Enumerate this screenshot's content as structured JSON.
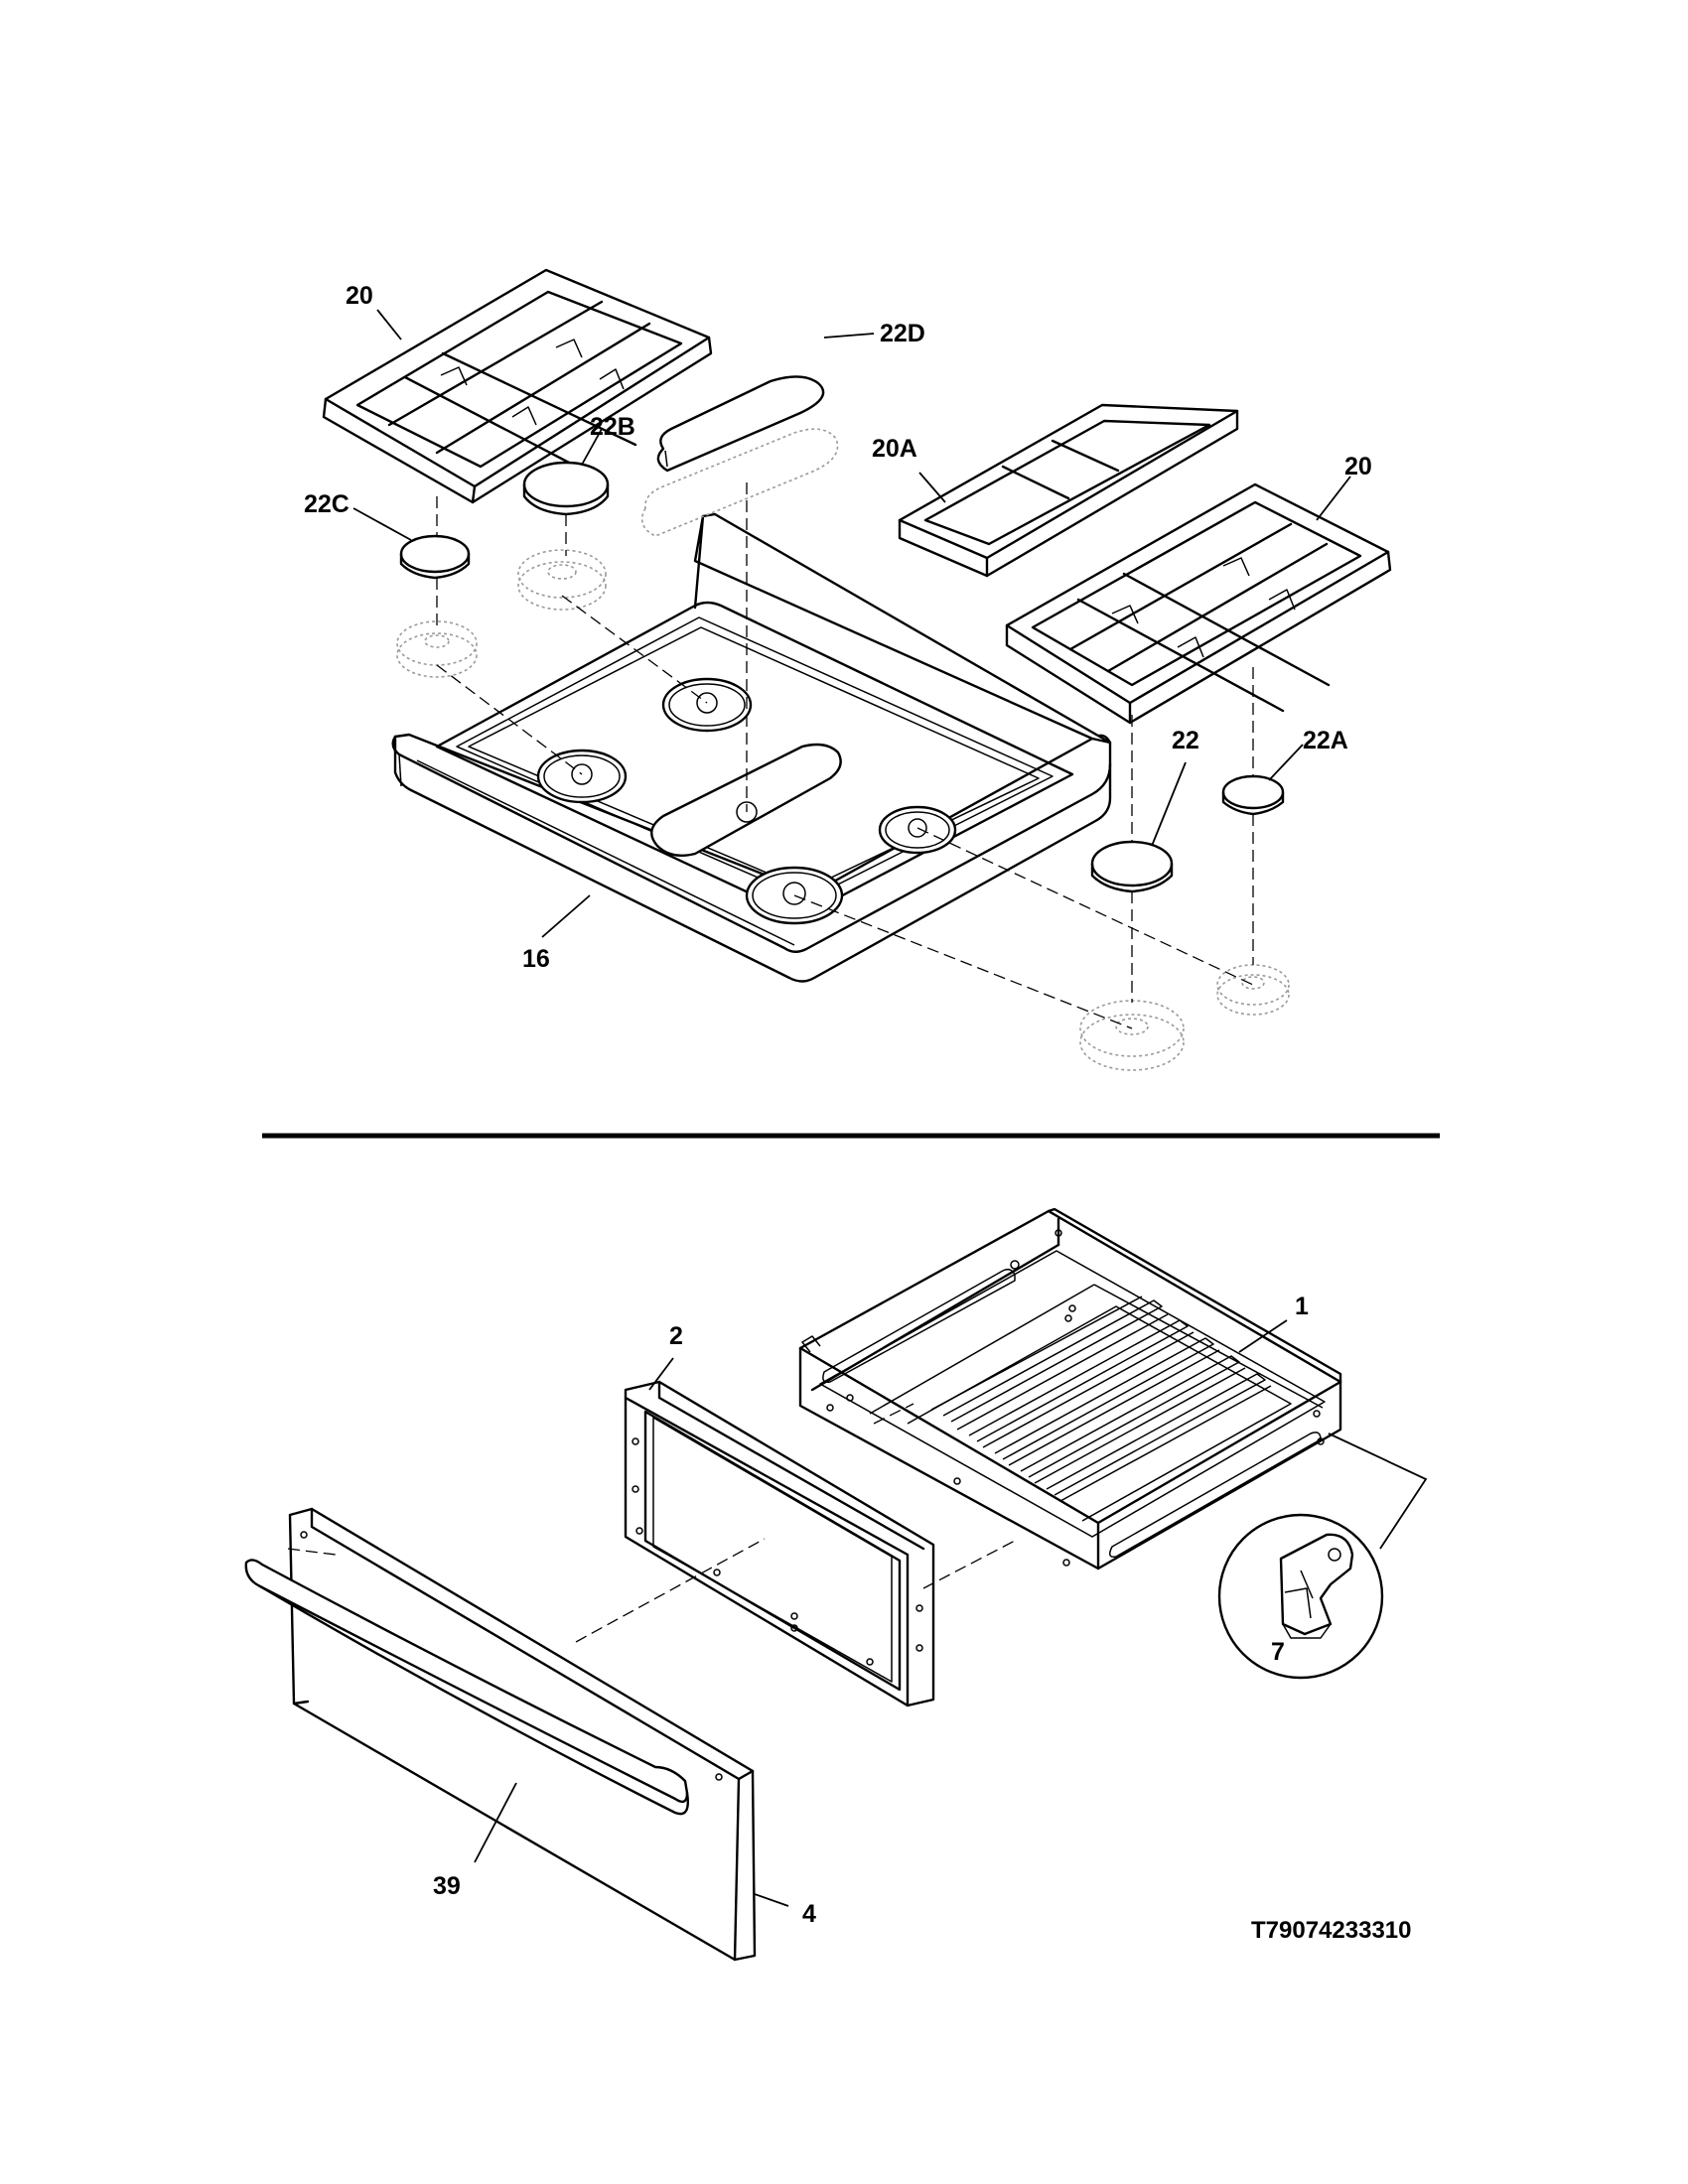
{
  "diagram_code": "T79074233310",
  "callouts": {
    "grate_left": "20",
    "cap_oval": "22D",
    "cap_left_rear": "22B",
    "grate_center": "20A",
    "grate_right": "20",
    "cap_left_front": "22C",
    "cap_right_front": "22",
    "cap_right_rear": "22A",
    "cooktop": "16",
    "drawer_liner": "1",
    "drawer_panel": "2",
    "drawer_glide": "7",
    "drawer_handle": "39",
    "drawer_front": "4"
  }
}
